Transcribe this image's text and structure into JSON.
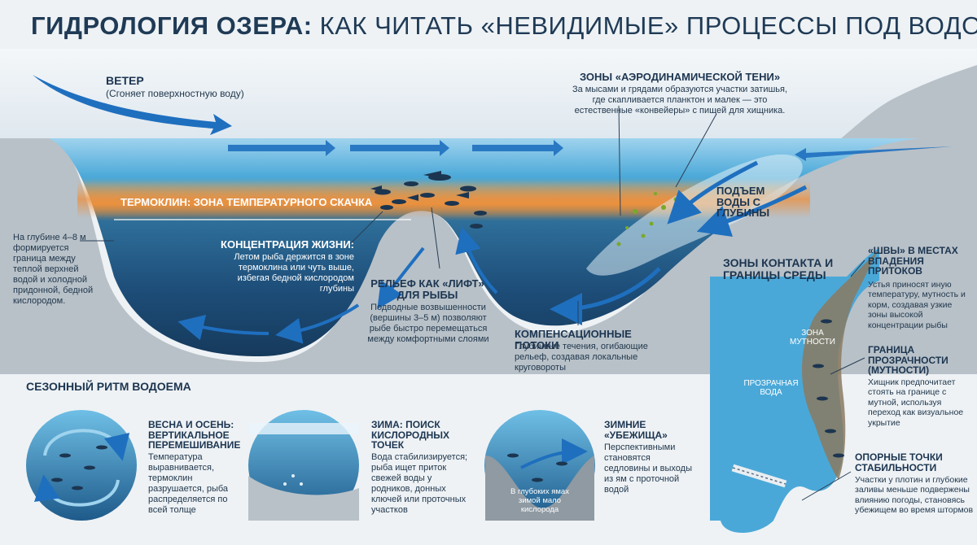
{
  "title": {
    "bold": "ГИДРОЛОГИЯ ОЗЕРА:",
    "rest": "КАК ЧИТАТЬ «НЕВИДИМЫЕ» ПРОЦЕССЫ  ПОД ВОДОЙ"
  },
  "wind": {
    "heading": "ВЕТЕР",
    "sub": "(Сгоняет поверхностную воду)"
  },
  "shadow": {
    "heading": "ЗОНЫ «АЭРОДИНАМИЧЕСКОЙ ТЕНИ»",
    "body": "За мысами и грядами образуются участки затишья, где скапливается планктон и малек — это естественные «конвейеры» с пищей для хищника."
  },
  "upwelling": {
    "heading": "ПОДЪЕМ ВОДЫ С ГЛУБИНЫ"
  },
  "thermocline": {
    "label": "ТЕРМОКЛИН: ЗОНА ТЕМПЕРАТУРНОГО СКАЧКА"
  },
  "depth_note": "На глубине 4–8 м формируется граница между теплой верхней водой и холодной придонной, бедной кислородом.",
  "life": {
    "heading": "КОНЦЕНТРАЦИЯ ЖИЗНИ:",
    "body": "Летом рыба держится в зоне термоклина или чуть выше, избегая бедной кислородом глубины"
  },
  "relief": {
    "heading": "РЕЛЬЕФ КАК «ЛИФТ» ДЛЯ РЫБЫ",
    "body": "Подводные возвышенности (вершины 3–5 м) позволяют рыбе быстро перемещаться между комфортными слоями"
  },
  "compensation": {
    "heading": "КОМПЕНСАЦИОННЫЕ ПОТОКИ",
    "body": "Глубинные течения, огибающие рельеф, создавая локальные круговороты"
  },
  "seasons": {
    "heading": "СЕЗОННЫЙ РИТМ ВОДОЕМА",
    "items": [
      {
        "heading": "ВЕСНА И ОСЕНЬ: ВЕРТИКАЛЬНОЕ ПЕРЕМЕШИВАНИЕ",
        "body": "Температура выравнивается, термоклин разрушается, рыба распределяется по всей толще"
      },
      {
        "heading": "ЗИМА: ПОИСК КИСЛОРОДНЫХ ТОЧЕК",
        "body": "Вода стабилизируется; рыба ищет приток свежей воды у родников, донных ключей или проточных участков"
      },
      {
        "heading": "ЗИМНИЕ «УБЕЖИЩА»",
        "body": "Перспективными становятся седловины и выходы из ям с проточной водой",
        "inner": "В глубоких ямах зимой мало кислорода"
      }
    ]
  },
  "contact": {
    "heading": "ЗОНЫ КОНТАКТА И ГРАНИЦЫ СРЕДЫ",
    "turbid_label": "ЗОНА МУТНОСТИ",
    "clear_label": "ПРОЗРАЧНАЯ ВОДА",
    "seams": {
      "heading": "«ШВЫ» В МЕСТАХ ВПАДЕНИЯ ПРИТОКОВ",
      "body": "Устья приносят иную температуру, мутность и корм, создавая узкие зоны высокой концентрации рыбы"
    },
    "border": {
      "heading": "ГРАНИЦА ПРОЗРАЧНОСТИ (МУТНОСТИ)",
      "body": "Хищник предпочитает стоять на границе с мутной, используя переход как визуальное укрытие"
    },
    "support": {
      "heading": "ОПОРНЫЕ ТОЧКИ СТАБИЛЬНОСТИ",
      "body": "Участки у плотин и глубокие заливы меньше подвержены влиянию погоды, становясь убежищем во время штормов"
    }
  },
  "colors": {
    "accent_dark": "#1c3550",
    "water_deep": "#163a5c",
    "water_light": "#4aa8d8",
    "thermocline": "#e8923a",
    "arrow": "#1f6fbf"
  }
}
